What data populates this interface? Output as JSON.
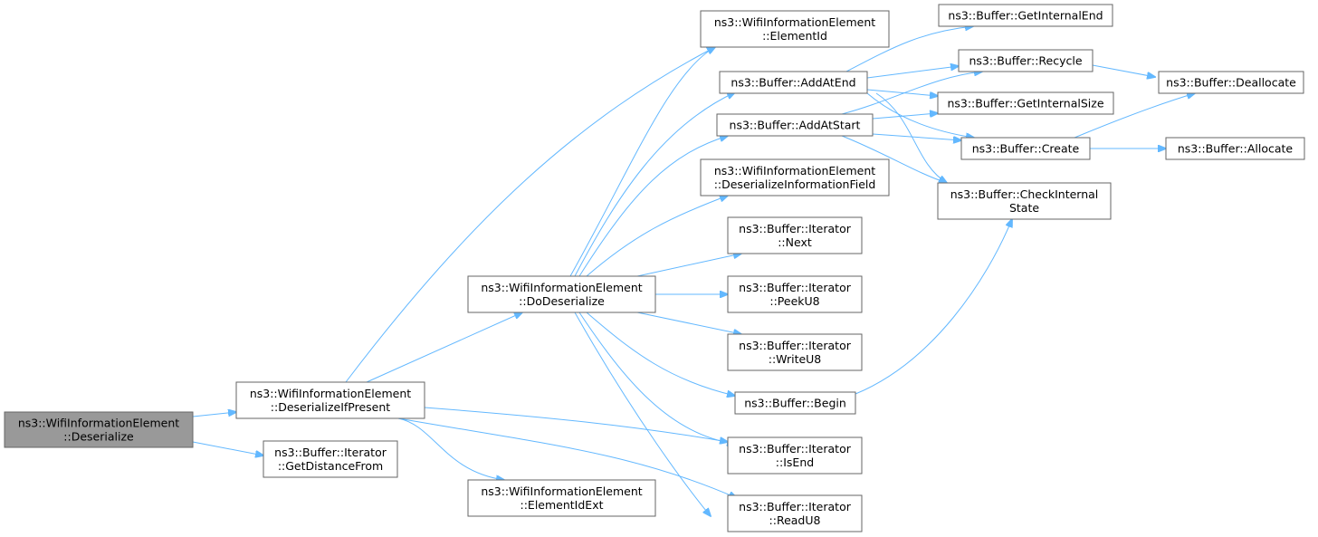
{
  "nodes": [
    {
      "id": "root",
      "lines": [
        "ns3::WifiInformationElement",
        "::Deserialize"
      ],
      "root": true
    },
    {
      "id": "dip",
      "lines": [
        "ns3::WifiInformationElement",
        "::DeserializeIfPresent"
      ]
    },
    {
      "id": "gdf",
      "lines": [
        "ns3::Buffer::Iterator",
        "::GetDistanceFrom"
      ]
    },
    {
      "id": "dd",
      "lines": [
        "ns3::WifiInformationElement",
        "::DoDeserialize"
      ]
    },
    {
      "id": "eie",
      "lines": [
        "ns3::WifiInformationElement",
        "::ElementIdExt"
      ]
    },
    {
      "id": "eid",
      "lines": [
        "ns3::WifiInformationElement",
        "::ElementId"
      ]
    },
    {
      "id": "aae",
      "lines": [
        "ns3::Buffer::AddAtEnd"
      ]
    },
    {
      "id": "aas",
      "lines": [
        "ns3::Buffer::AddAtStart"
      ]
    },
    {
      "id": "dif",
      "lines": [
        "ns3::WifiInformationElement",
        "::DeserializeInformationField"
      ]
    },
    {
      "id": "next",
      "lines": [
        "ns3::Buffer::Iterator",
        "::Next"
      ]
    },
    {
      "id": "peek",
      "lines": [
        "ns3::Buffer::Iterator",
        "::PeekU8"
      ]
    },
    {
      "id": "write",
      "lines": [
        "ns3::Buffer::Iterator",
        "::WriteU8"
      ]
    },
    {
      "id": "begin",
      "lines": [
        "ns3::Buffer::Begin"
      ]
    },
    {
      "id": "isend",
      "lines": [
        "ns3::Buffer::Iterator",
        "::IsEnd"
      ]
    },
    {
      "id": "read",
      "lines": [
        "ns3::Buffer::Iterator",
        "::ReadU8"
      ]
    },
    {
      "id": "gie",
      "lines": [
        "ns3::Buffer::GetInternalEnd"
      ]
    },
    {
      "id": "rec",
      "lines": [
        "ns3::Buffer::Recycle"
      ]
    },
    {
      "id": "gis",
      "lines": [
        "ns3::Buffer::GetInternalSize"
      ]
    },
    {
      "id": "cre",
      "lines": [
        "ns3::Buffer::Create"
      ]
    },
    {
      "id": "cis",
      "lines": [
        "ns3::Buffer::CheckInternal",
        "State"
      ]
    },
    {
      "id": "dea",
      "lines": [
        "ns3::Buffer::Deallocate"
      ]
    },
    {
      "id": "all",
      "lines": [
        "ns3::Buffer::Allocate"
      ]
    }
  ],
  "edges": [
    [
      "root",
      "dip"
    ],
    [
      "root",
      "gdf"
    ],
    [
      "dip",
      "dd"
    ],
    [
      "dip",
      "eie"
    ],
    [
      "dip",
      "eid"
    ],
    [
      "dip",
      "isend"
    ],
    [
      "dip",
      "read"
    ],
    [
      "dd",
      "eid"
    ],
    [
      "dd",
      "aae"
    ],
    [
      "dd",
      "aas"
    ],
    [
      "dd",
      "dif"
    ],
    [
      "dd",
      "next"
    ],
    [
      "dd",
      "peek"
    ],
    [
      "dd",
      "write"
    ],
    [
      "dd",
      "begin"
    ],
    [
      "dd",
      "isend"
    ],
    [
      "dd",
      "read"
    ],
    [
      "aae",
      "gie"
    ],
    [
      "aae",
      "rec"
    ],
    [
      "aae",
      "gis"
    ],
    [
      "aae",
      "cre"
    ],
    [
      "aae",
      "cis"
    ],
    [
      "aas",
      "rec"
    ],
    [
      "aas",
      "gis"
    ],
    [
      "aas",
      "cre"
    ],
    [
      "aas",
      "cis"
    ],
    [
      "rec",
      "dea"
    ],
    [
      "cre",
      "dea"
    ],
    [
      "cre",
      "all"
    ],
    [
      "begin",
      "cis"
    ]
  ],
  "colors": {
    "edge": "#63b8ff",
    "border": "#666666",
    "root_fill": "#999999"
  }
}
